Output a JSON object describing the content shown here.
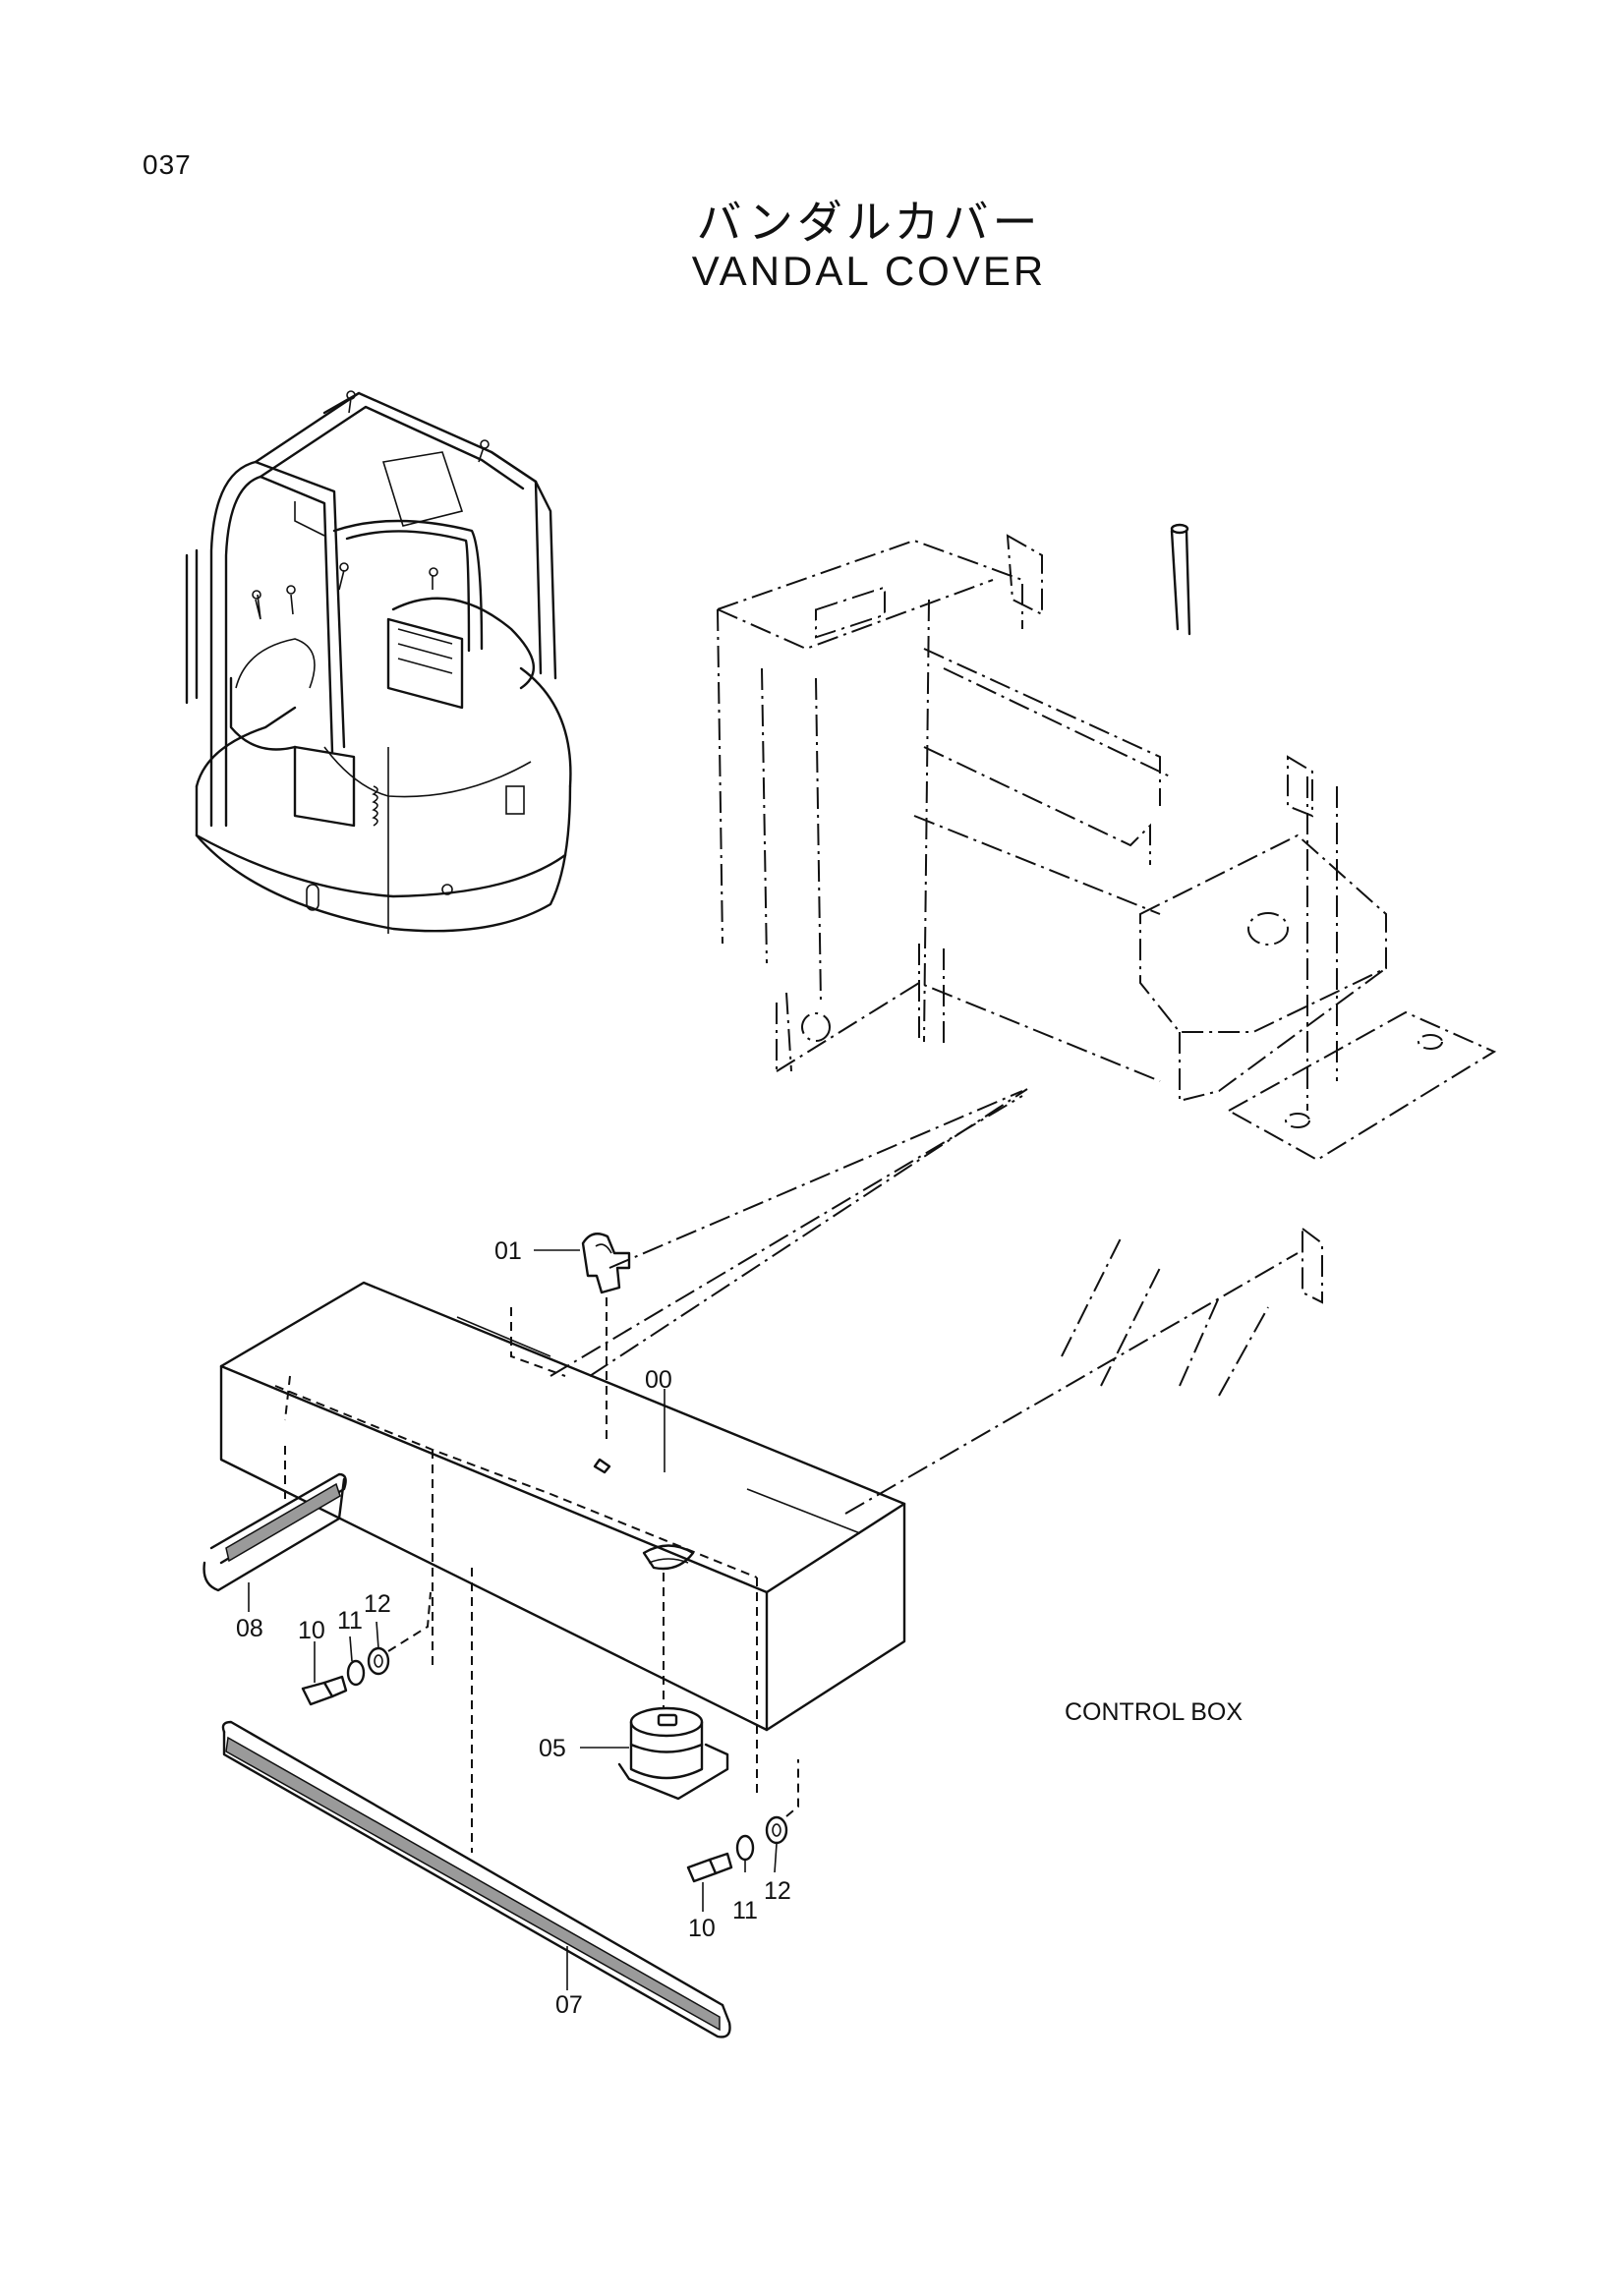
{
  "page_number": "037",
  "title_jp": "バンダルカバー",
  "title_en": "VANDAL  COVER",
  "labels": {
    "control_box": "CONTROL BOX",
    "p00": "00",
    "p01": "01",
    "p05": "05",
    "p07": "07",
    "p08": "08",
    "p10a": "10",
    "p11a": "11",
    "p12a": "12",
    "p10b": "10",
    "p11b": "11",
    "p12b": "12"
  }
}
